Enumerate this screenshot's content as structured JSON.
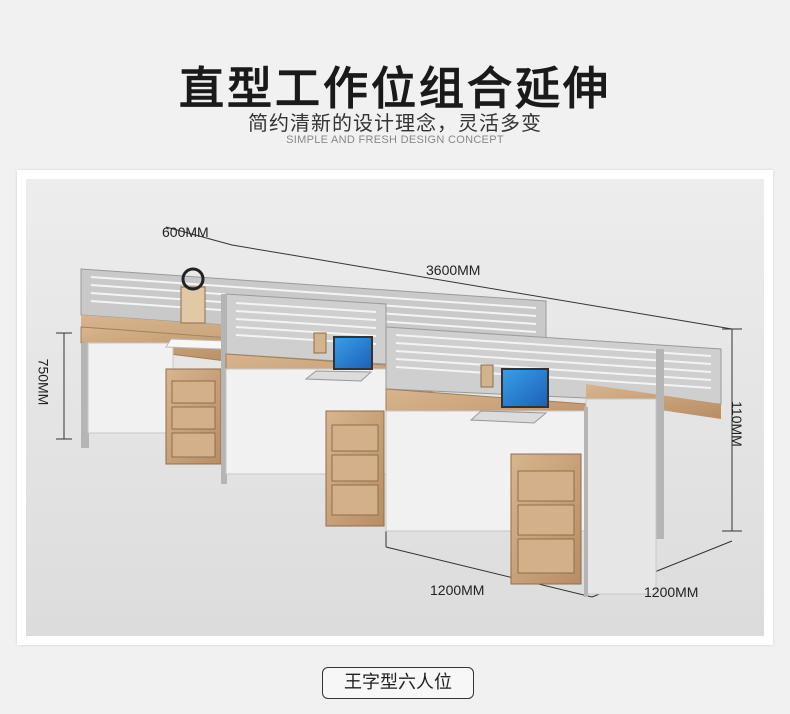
{
  "header": {
    "title": "直型工作位组合延伸",
    "subtitle": "简约清新的设计理念，灵活多变",
    "subtitle_en": "SIMPLE AND FRESH DESIGN CONCEPT"
  },
  "dimensions": {
    "depth": "600MM",
    "total_length": "3600MM",
    "height": "750MM",
    "screen_height": "110MM",
    "unit_width": "1200MM",
    "unit_depth": "1200MM"
  },
  "caption": "王字型六人位",
  "colors": {
    "background": "#f1f1f1",
    "wood": "#c9a27a",
    "panel": "#e6e6e6",
    "frame": "#a9a9a9"
  }
}
